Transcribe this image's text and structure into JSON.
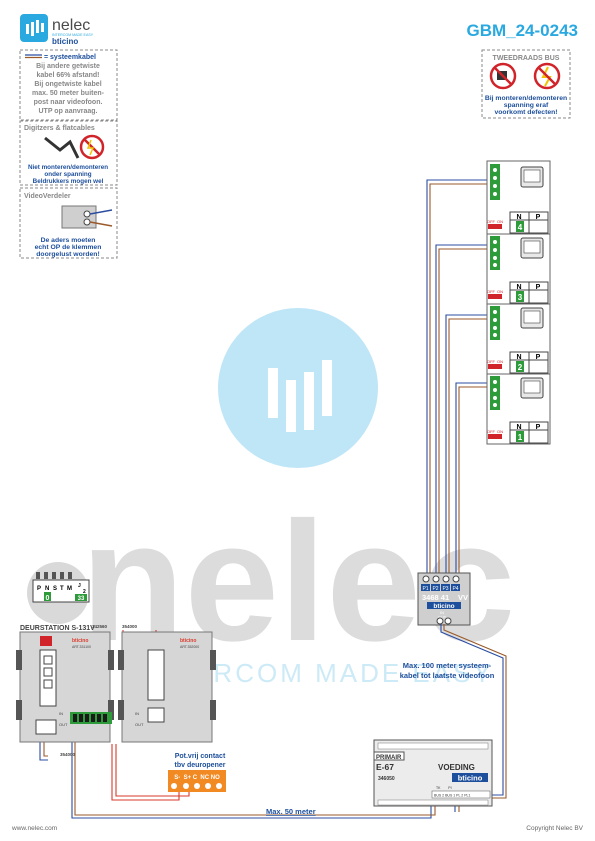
{
  "header": {
    "brand_name": "nelec",
    "brand_sub": "INTERCOM MADE EASY",
    "partner_logo": "bticino",
    "doc_code": "GBM_24-0243"
  },
  "watermark": {
    "word": "nelec",
    "tagline": "INTERCOM MADE EASY"
  },
  "note_cable": {
    "title": "= systeemkabel",
    "lines": [
      "Bij andere getwiste",
      "kabel 66% afstand!",
      "Bij ongetwiste kabel",
      "max. 50 meter buiten-",
      "post naar videofoon.",
      "UTP op aanvraag."
    ]
  },
  "note_digitizers": {
    "title": "Digitzers & flatcables",
    "lines": [
      "Niet monteren/demonteren",
      "onder spanning",
      "Beldrukkers mogen wel"
    ]
  },
  "note_videoverdeler": {
    "title": "VideoVerdeler",
    "lines": [
      "De aders moeten",
      "echt OP de klemmen",
      "doorgelust worden!"
    ]
  },
  "note_bus": {
    "title": "TWEEDRAADS BUS",
    "lines": [
      "Bij monteren/demonteren",
      "spanning eraf",
      "voorkomt defecten!"
    ]
  },
  "monitors": [
    {
      "number": "4",
      "off": "OFF",
      "on": "ON",
      "n": "N",
      "p": "P"
    },
    {
      "number": "3",
      "off": "OFF",
      "on": "ON",
      "n": "N",
      "p": "P"
    },
    {
      "number": "2",
      "off": "OFF",
      "on": "ON",
      "n": "N",
      "p": "P"
    },
    {
      "number": "1",
      "off": "OFF",
      "on": "ON",
      "n": "N",
      "p": "P"
    }
  ],
  "distributor": {
    "ports": [
      "P1",
      "P2",
      "P3",
      "P4"
    ],
    "model": "3468 41",
    "vv": "VV",
    "in_label": "IN",
    "out_label": "OUT",
    "logo": "bticino"
  },
  "keypad_detail": {
    "labels": [
      "P",
      "N",
      "S",
      "T",
      "M"
    ],
    "jumper": "J",
    "jumper2": "2",
    "value": "0",
    "value2": "33"
  },
  "door_station": {
    "title": "DEURSTATION S-131V",
    "module1_code": "342560",
    "module2_code": "354000",
    "module1_label": "ART.331100",
    "module2_label": "ART.352000",
    "bottom_code": "354000",
    "in_label": "IN",
    "out_label": "OUT",
    "logo": "bticino"
  },
  "contact": {
    "title_lines": [
      "Pot.vrij contact",
      "tbv deuropener"
    ],
    "terminals": "S-  S+ C  NC NO"
  },
  "psu": {
    "primair": "PRIMAIR",
    "model": "E-67",
    "name": "VOEDING",
    "code": "346050",
    "logo": "bticino",
    "terminals": "BUS 2  BUS 1  PL 2  PL1",
    "top_labels": "TK        PI"
  },
  "annotations": {
    "max100_lines": [
      "Max. 100 meter systeem-",
      "kabel tot laatste videofoon"
    ],
    "max50": "Max. 50 meter"
  },
  "footer": {
    "website": "www.nelec.com",
    "copyright": "Copyright Nelec BV"
  },
  "colors": {
    "brand_blue": "#29a9e0",
    "note_blue": "#1d4f9c",
    "warn_red": "#d1232a",
    "green": "#2e9b3a",
    "wire_blue": "#2b4da0",
    "wire_brown": "#9a5a2a",
    "wire_red": "#d93a2b",
    "orange": "#f28a24"
  }
}
